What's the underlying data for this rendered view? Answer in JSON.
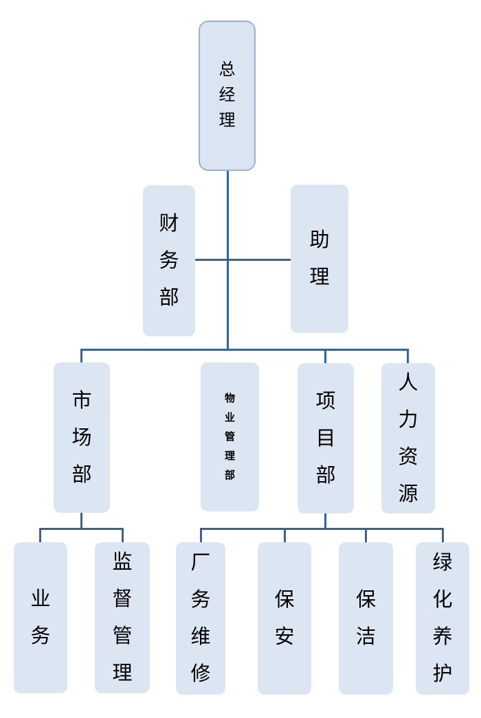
{
  "colors": {
    "node_fill": "#dce6f2",
    "root_node_fill": "#dbe5f1",
    "root_border": "#95b3d7",
    "connector_line": "#33659c",
    "text": "#000000",
    "background": "#ffffff"
  },
  "org_chart": {
    "type": "organization-chart",
    "nodes": {
      "general_manager": "总经理",
      "finance_dept": "财务部",
      "assistant": "助理",
      "marketing_dept": "市场部",
      "property_management_dept": "物业管理部",
      "project_dept": "项目部",
      "human_resources": "人力资源",
      "business": "业务",
      "supervision_management": "监督管理",
      "factory_maintenance": "厂务维修",
      "security": "保安",
      "cleaning": "保洁",
      "greening_maintenance": "绿化养护"
    },
    "hierarchy": {
      "总经理": {
        "staff": [
          "财务部",
          "助理"
        ],
        "children": {
          "市场部": [
            "业务",
            "监督管理"
          ],
          "物业管理部": [],
          "项目部": [
            "厂务维修",
            "保安",
            "保洁",
            "绿化养护"
          ],
          "人力资源": []
        }
      }
    }
  }
}
